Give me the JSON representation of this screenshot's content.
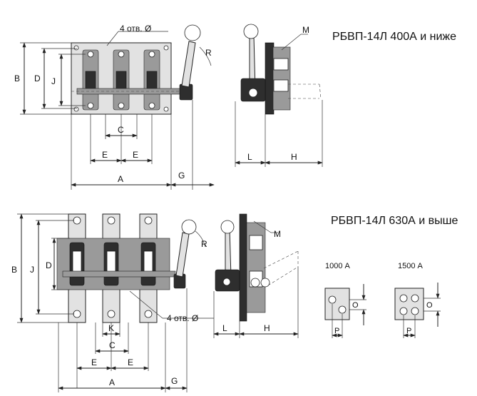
{
  "top_view": {
    "title": "РБВП-14Л 400А и ниже",
    "holes_note": "4 отв. Ø",
    "dims": {
      "B": "B",
      "D": "D",
      "J": "J",
      "R": "R",
      "C": "C",
      "E1": "E",
      "E2": "E",
      "A": "A",
      "G": "G",
      "L": "L",
      "H": "H",
      "M": "M"
    }
  },
  "bottom_view": {
    "title": "РБВП-14Л 630А и выше",
    "holes_note": "4 отв. Ø",
    "dims": {
      "B": "B",
      "J": "J",
      "D": "D",
      "R": "R",
      "K": "K",
      "C": "C",
      "E1": "E",
      "E2": "E",
      "A": "A",
      "G": "G",
      "L": "L",
      "H": "H",
      "M": "M"
    }
  },
  "terminals": [
    {
      "label": "1000 А",
      "dims": {
        "O": "O",
        "P": "P"
      }
    },
    {
      "label": "1500 А",
      "dims": {
        "O": "O",
        "P": "P"
      }
    }
  ]
}
